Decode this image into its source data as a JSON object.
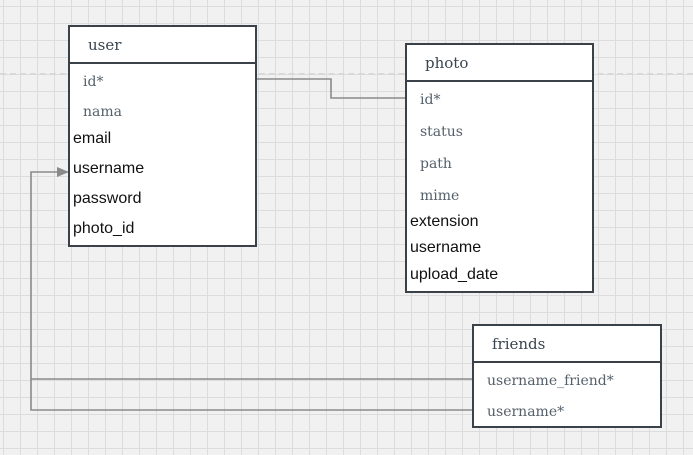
{
  "tables": {
    "user": {
      "name": "user",
      "fields": [
        "id*",
        "nama",
        "email",
        "username",
        "password",
        "photo_id"
      ]
    },
    "photo": {
      "name": "photo",
      "fields": [
        "id*",
        "status",
        "path",
        "mime",
        "extension",
        "username",
        "upload_date"
      ]
    },
    "friends": {
      "name": "friends",
      "fields": [
        "username_friend*",
        "username*"
      ]
    }
  },
  "relationships": [
    {
      "from": "user.id*",
      "to": "photo.id*"
    },
    {
      "from": "friends.username_friend*",
      "to": "user.username"
    },
    {
      "from": "friends.username*",
      "to": "user.username"
    }
  ],
  "colors": {
    "canvas": "#f1f1f1",
    "grid": "#dcdcdc",
    "border": "#3b4148",
    "connector": "#8a8a8a"
  }
}
